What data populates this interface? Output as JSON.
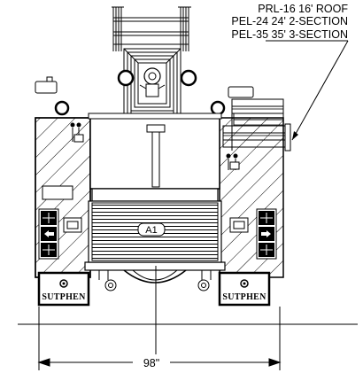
{
  "callouts": {
    "ladder_1": "PRL-16 16' ROOF",
    "ladder_2": "PEL-24 24' 2-SECTION",
    "ladder_3": "PEL-35 35' 3-SECTION"
  },
  "compartment_label": "A1",
  "mudflap_brand": "SUTPHEN",
  "overall_width": "98\""
}
